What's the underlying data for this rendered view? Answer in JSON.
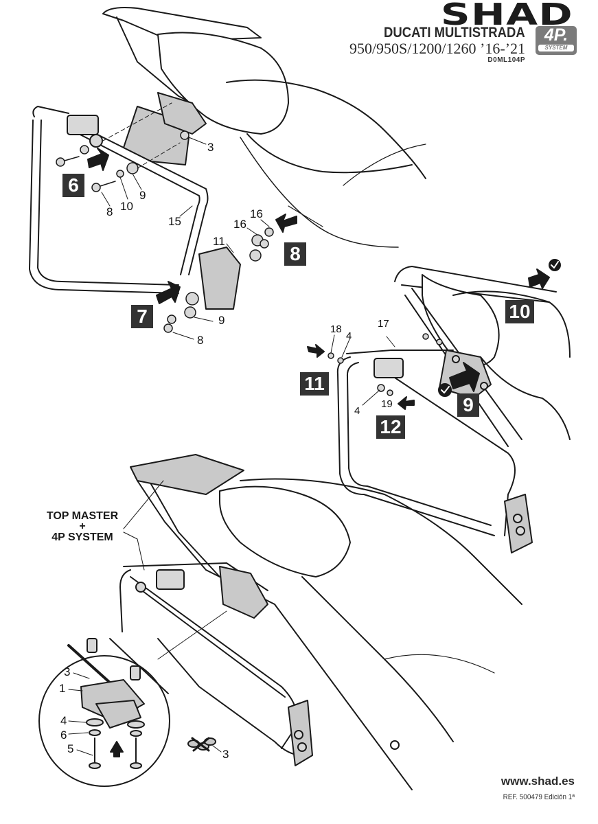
{
  "header": {
    "brand": "SHAD",
    "model_line1": "DUCATI MULTISTRADA",
    "model_line2": "950/950S/1200/1260 ’16-’21",
    "product_code": "D0ML104P",
    "system_badge": {
      "main": "4P.",
      "sub": "SYSTEM"
    }
  },
  "steps": [
    {
      "number": "6"
    },
    {
      "number": "7"
    },
    {
      "number": "8"
    },
    {
      "number": "9"
    },
    {
      "number": "10"
    },
    {
      "number": "11"
    },
    {
      "number": "12"
    }
  ],
  "part_labels": {
    "upper_left": [
      "3",
      "9",
      "8",
      "10",
      "9",
      "15",
      "16",
      "9",
      "11",
      "9",
      "8"
    ],
    "right_detail": [
      "18",
      "4",
      "17",
      "4",
      "19"
    ],
    "inset": [
      "3",
      "1",
      "4",
      "6",
      "5"
    ],
    "removed_part": "3"
  },
  "annotation": {
    "line1": "TOP MASTER",
    "line2": "+",
    "line3": "4P SYSTEM"
  },
  "check_marks": [
    "check-step-9",
    "check-step-10"
  ],
  "footer": {
    "website": "www.shad.es",
    "reference": "REF. 500479 Edición 1ª"
  }
}
